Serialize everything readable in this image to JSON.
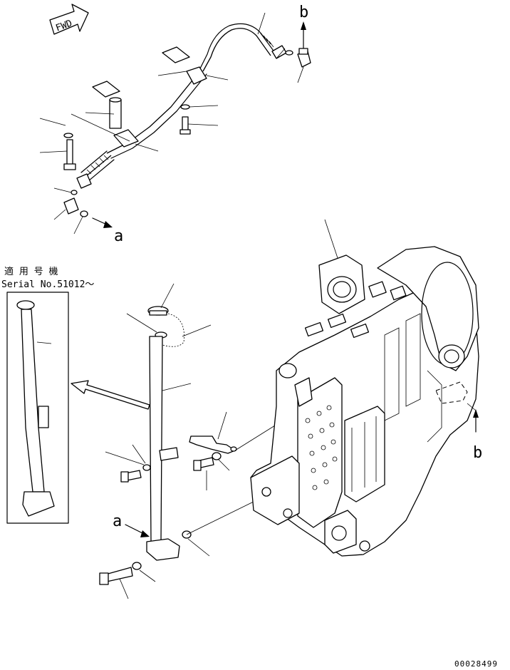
{
  "fwd_label": "FWD",
  "ref_b": "b",
  "ref_a": "a",
  "serial_heading": "適 用 号 機",
  "serial_number": "Serial No.51012～",
  "drawing_number": "00028499"
}
